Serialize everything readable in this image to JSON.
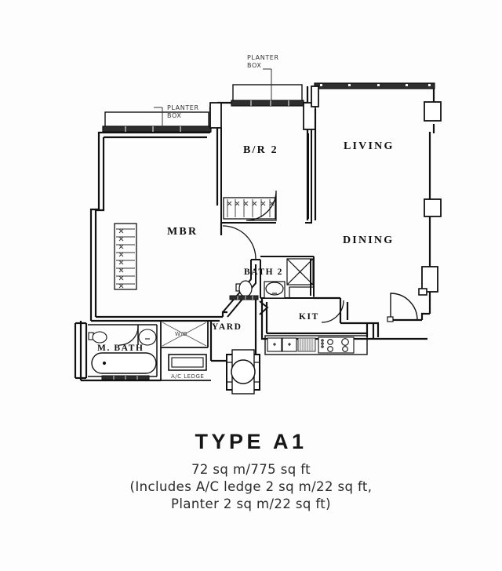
{
  "document": {
    "kind": "floor-plan",
    "title": "TYPE A1",
    "caption_lines": [
      "72 sq m/775 sq ft",
      "(Includes A/C ledge 2 sq m/22 sq ft,",
      "Planter 2 sq m/22 sq ft)"
    ],
    "background_color": "#fdfdfd",
    "line_color": "#111111"
  },
  "rooms": {
    "mbr": "MBR",
    "br2": "B/R 2",
    "living": "LIVING",
    "dining": "DINING",
    "bath2": "BATH 2",
    "mbath": "M. BATH",
    "kit": "KIT",
    "yard": "YARD"
  },
  "annotations": {
    "planter_box_left_l1": "PLANTER",
    "planter_box_left_l2": "BOX",
    "planter_box_top_l1": "PLANTER",
    "planter_box_top_l2": "BOX",
    "ac_ledge": "A/C LEDGE",
    "washer_dryer": "W/D"
  }
}
